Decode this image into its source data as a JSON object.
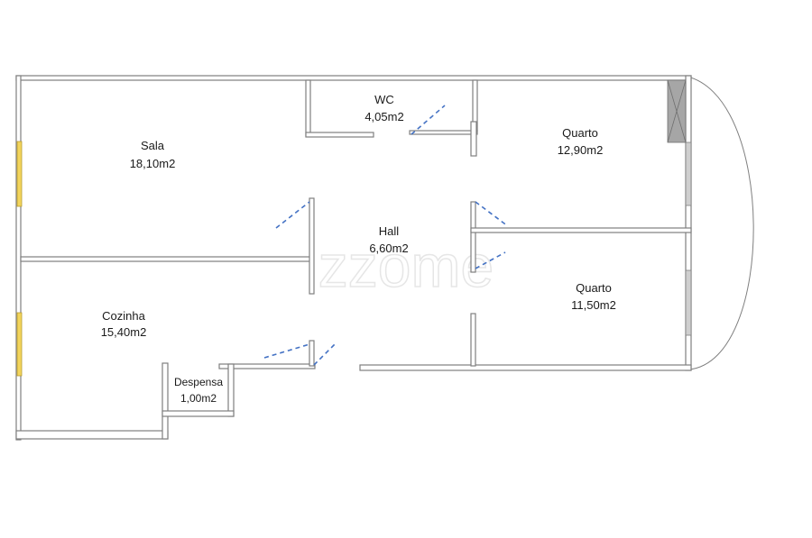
{
  "watermark": {
    "text": "zzome"
  },
  "colors": {
    "wall": "#7f7f7f",
    "door": "#4472c4",
    "window": "#f2d45c",
    "closet": "#a6a6a6"
  },
  "rooms": {
    "sala": {
      "name": "Sala",
      "area": "18,10m2"
    },
    "wc": {
      "name": "WC",
      "area": "4,05m2"
    },
    "quarto1": {
      "name": "Quarto",
      "area": "12,90m2"
    },
    "hall": {
      "name": "Hall",
      "area": "6,60m2"
    },
    "quarto2": {
      "name": "Quarto",
      "area": "11,50m2"
    },
    "cozinha": {
      "name": "Cozinha",
      "area": "15,40m2"
    },
    "despensa": {
      "name": "Despensa",
      "area": "1,00m2"
    }
  }
}
